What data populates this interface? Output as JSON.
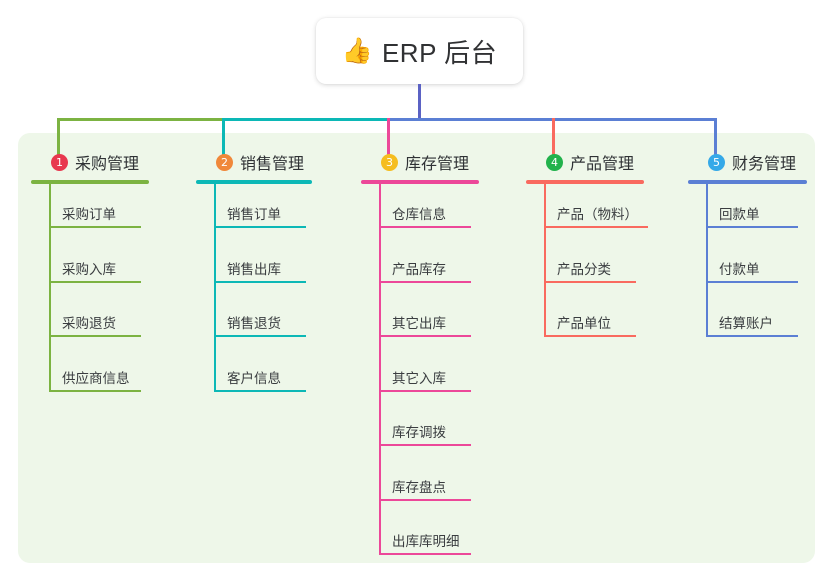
{
  "root": {
    "emoji": "👍",
    "emoji_name": "thumbs-up-icon",
    "title": "ERP 后台"
  },
  "theme": {
    "panel_bg": "#eef7e9",
    "page_bg": "#ffffff",
    "root_stem": "#5b62c4",
    "text": "#3a3d40"
  },
  "columns": [
    {
      "index": "1",
      "badge_color": "#e8384f",
      "line_color": "#7cb342",
      "title": "采购管理",
      "items": [
        "采购订单",
        "采购入库",
        "采购退货",
        "供应商信息"
      ]
    },
    {
      "index": "2",
      "badge_color": "#f0883a",
      "line_color": "#0cb8b6",
      "title": "销售管理",
      "items": [
        "销售订单",
        "销售出库",
        "销售退货",
        "客户信息"
      ]
    },
    {
      "index": "3",
      "badge_color": "#f5bd1f",
      "line_color": "#ec4899",
      "title": "库存管理",
      "items": [
        "仓库信息",
        "产品库存",
        "其它出库",
        "其它入库",
        "库存调拨",
        "库存盘点",
        "出库库明细"
      ]
    },
    {
      "index": "4",
      "badge_color": "#22b24c",
      "line_color": "#f96a5f",
      "title": "产品管理",
      "items": [
        "产品（物料）",
        "产品分类",
        "产品单位"
      ]
    },
    {
      "index": "5",
      "badge_color": "#35a9e8",
      "line_color": "#5b7fd4",
      "title": "财务管理",
      "items": [
        "回款单",
        "付款单",
        "结算账户"
      ]
    }
  ]
}
